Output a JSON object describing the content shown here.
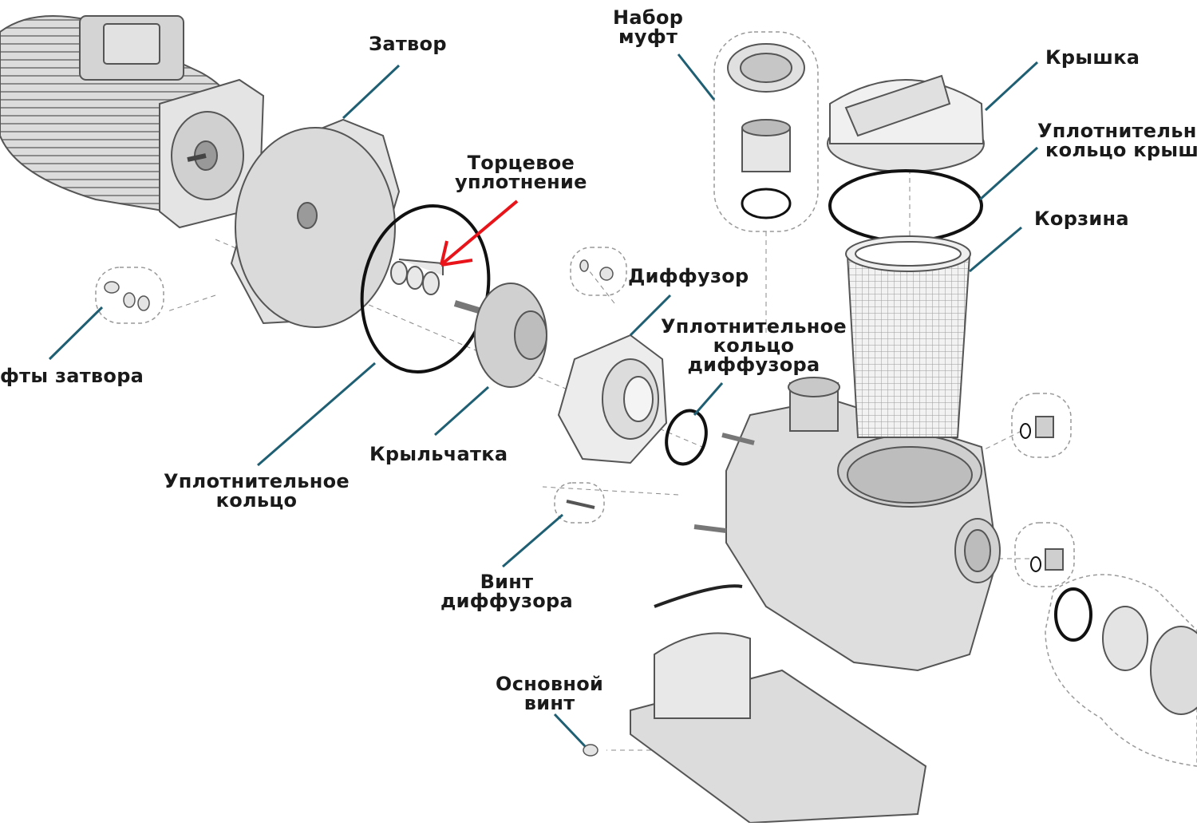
{
  "colors": {
    "leader": "#1f5f73",
    "part_fill": "#e6e6e6",
    "part_stroke": "#555555",
    "oring": "#111111",
    "highlight_arrow": "#e8141a"
  },
  "labels": {
    "zatvor": "Затвор",
    "nabor_muft_1": "Набор",
    "nabor_muft_2": "муфт",
    "kryshka": "Крышка",
    "uplot_kryshki_1": "Уплотнительно",
    "uplot_kryshki_2": "кольцо крышки",
    "torcevoe_1": "Торцевое",
    "torcevoe_2": "уплотнение",
    "korzina": "Корзина",
    "diffuzor": "Диффузор",
    "uplot_diff_1": "Уплотнительное",
    "uplot_diff_2": "кольцо",
    "uplot_diff_3": "диффузора",
    "mufty_zatvora": "фты затвора",
    "krylchatka": "Крыльчатка",
    "uplot_kolco_1": "Уплотнительное",
    "uplot_kolco_2": "кольцо",
    "vint_diff_1": "Винт",
    "vint_diff_2": "диффузора",
    "osnovnoy_vint_1": "Основной",
    "osnovnoy_vint_2": "винт"
  }
}
